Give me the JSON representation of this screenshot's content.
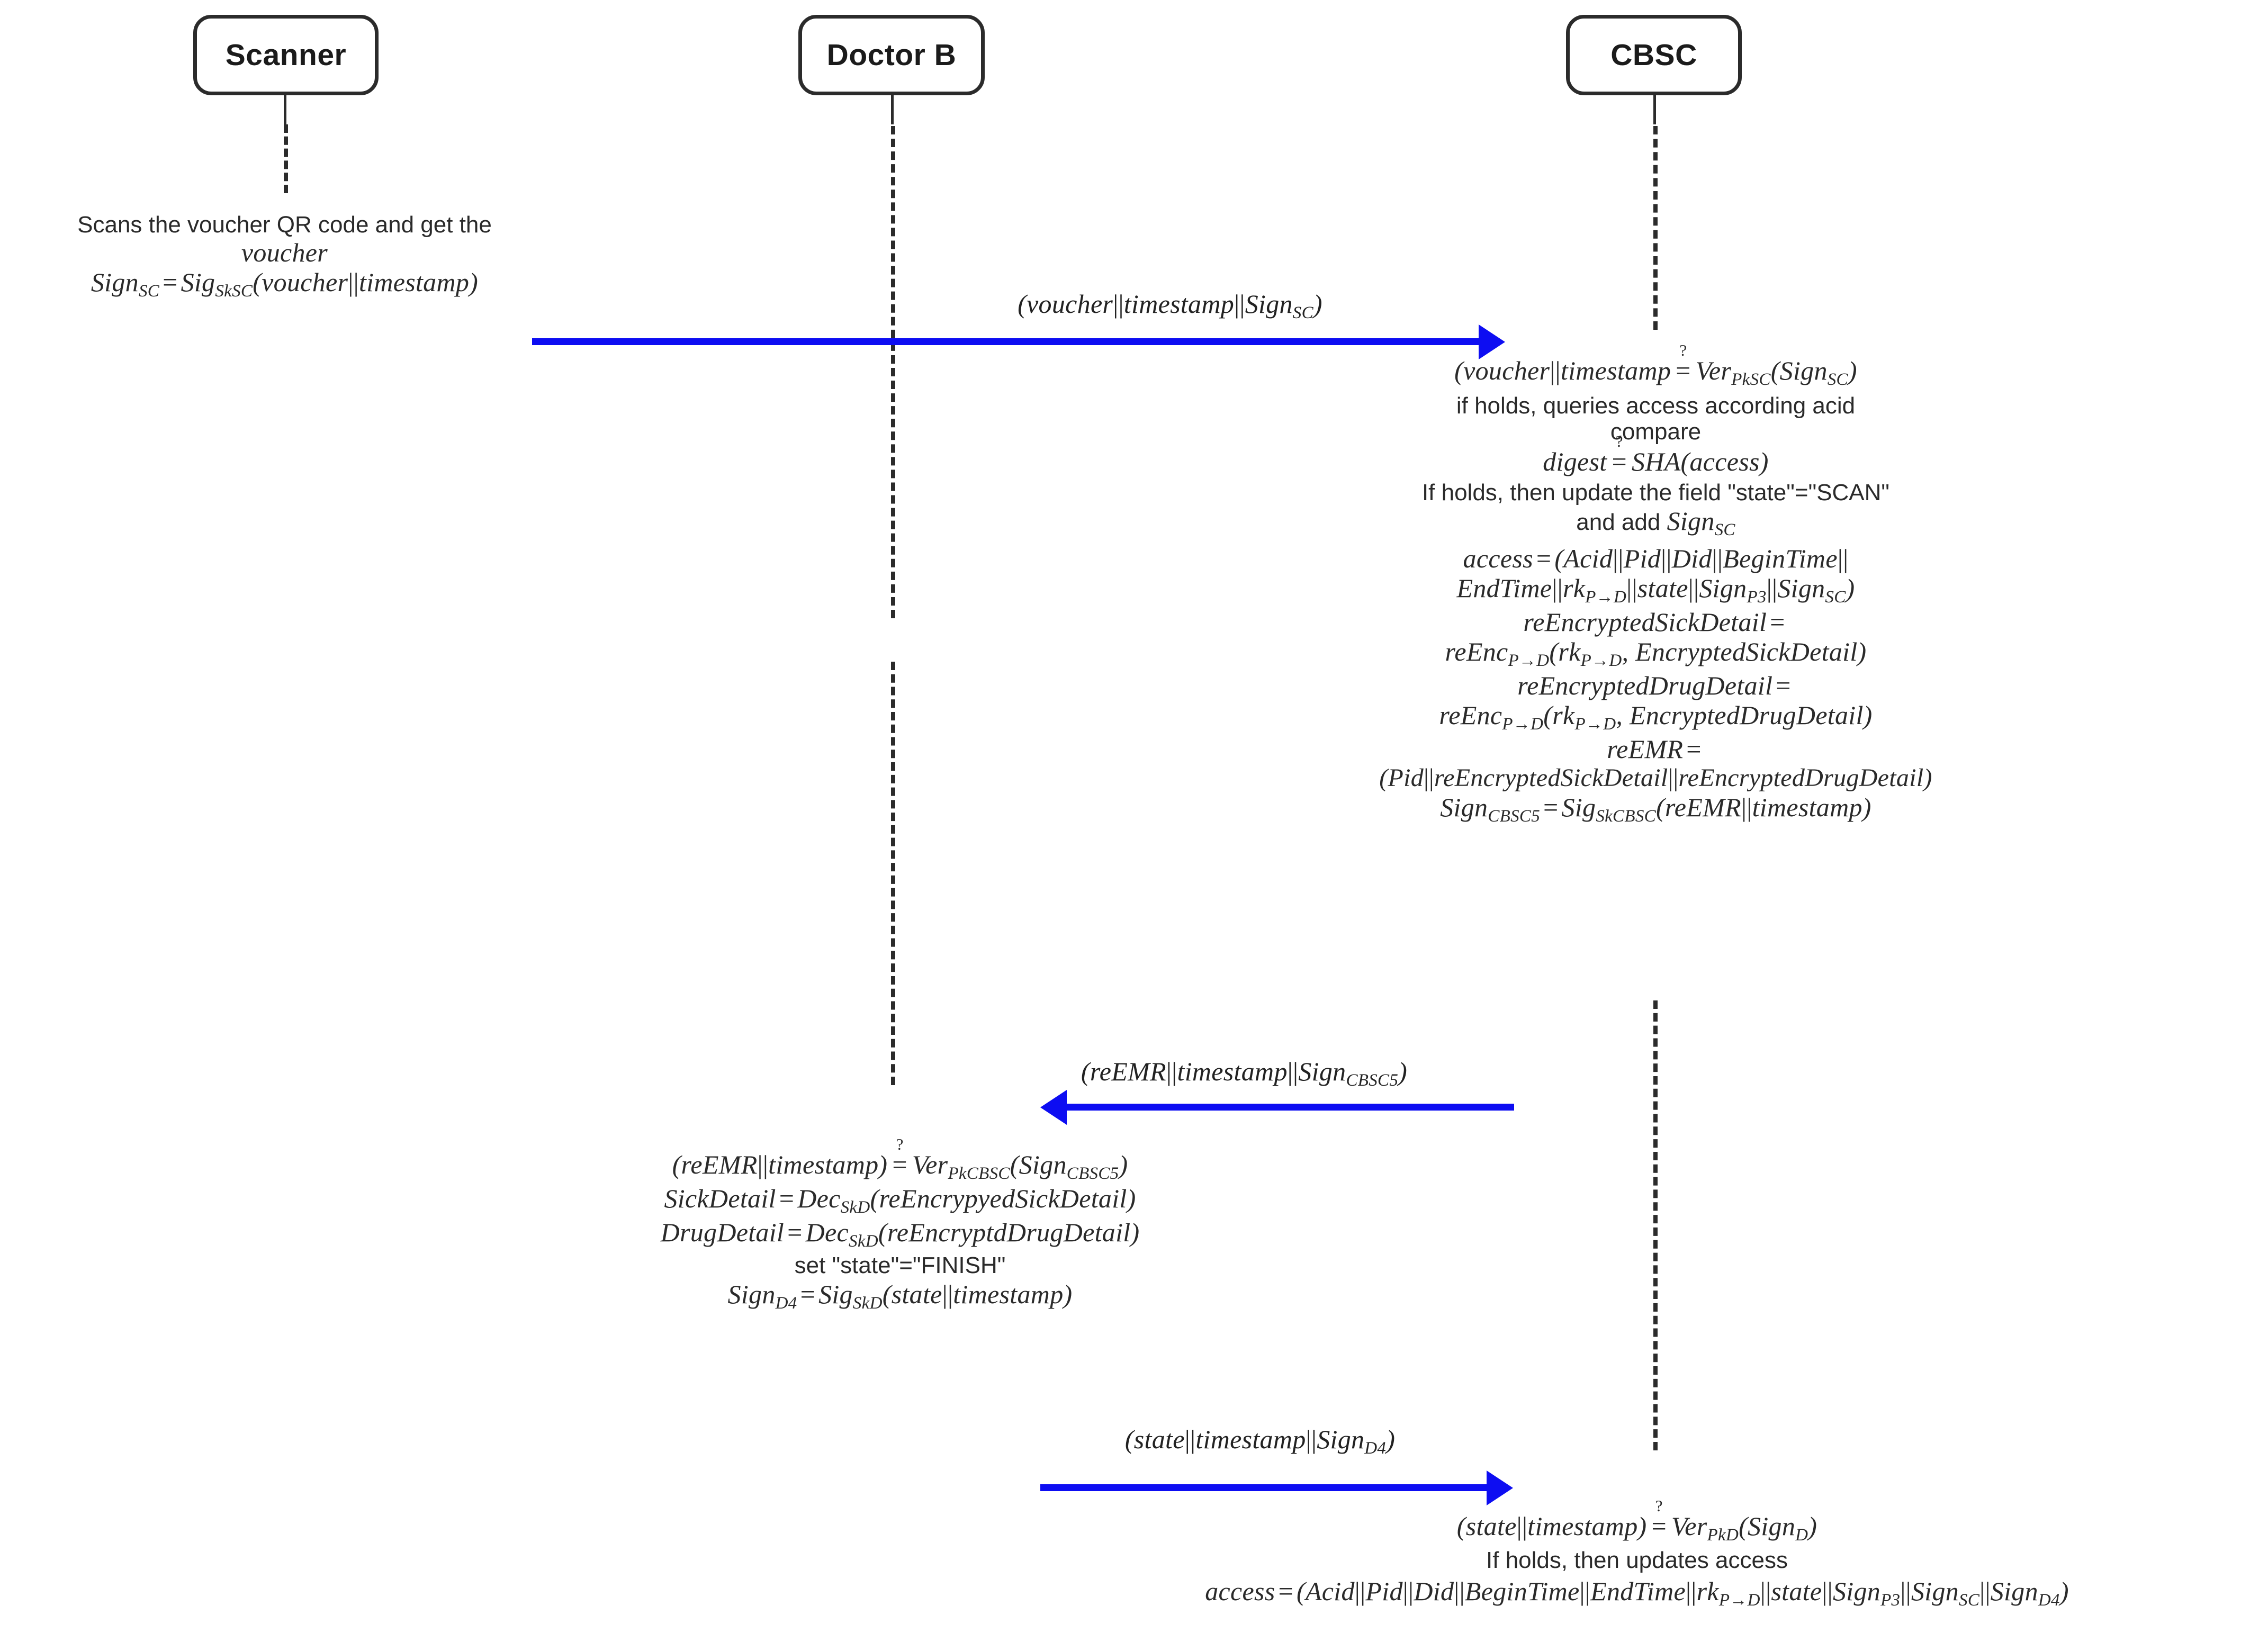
{
  "diagram": {
    "type": "sequence-diagram",
    "title": "Scanner / Doctor B / CBSC voucher scan and EMR re-encryption flow",
    "accent_color": "#0d0df2",
    "line_color": "#2b2b2b",
    "background": "#ffffff"
  },
  "actors": [
    {
      "id": "scanner",
      "label": "Scanner"
    },
    {
      "id": "doctor_b",
      "label": "Doctor B"
    },
    {
      "id": "cbsc",
      "label": "CBSC"
    }
  ],
  "notes": {
    "scanner_note": {
      "owner": "scanner",
      "lines": [
        {
          "style": "plain",
          "text": "Scans the voucher QR code and get the"
        },
        {
          "style": "math",
          "text": "voucher"
        },
        {
          "style": "math",
          "text": "Sign_SC = Sig_SkSC(voucher||timestamp)"
        }
      ]
    },
    "cbsc_note": {
      "owner": "cbsc",
      "lines": [
        {
          "style": "math",
          "text": "(voucher||timestamp ?= Ver_PkSC(Sign_SC)"
        },
        {
          "style": "plain",
          "text": "if holds, queries access according acid"
        },
        {
          "style": "plain",
          "text": "compare"
        },
        {
          "style": "math",
          "text": "digest ?= SHA(access)"
        },
        {
          "style": "plain",
          "text": "If holds, then update the field \"state\"=\"SCAN\""
        },
        {
          "style": "mixed",
          "text": "and add Sign_SC"
        },
        {
          "style": "math",
          "text": "access = (Acid||Pid||Did||BeginTime||"
        },
        {
          "style": "math",
          "text": "EndTime||rk_P→D||state||Sign_P3||Sign_SC)"
        },
        {
          "style": "math",
          "text": "reEncryptedSickDetail ="
        },
        {
          "style": "math",
          "text": "reEnc_P→D(rk_P→D, EncryptedSickDetail)"
        },
        {
          "style": "math",
          "text": "reEncryptedDrugDetail ="
        },
        {
          "style": "math",
          "text": "reEnc_P→D(rk_P→D, EncryptedDrugDetail)"
        },
        {
          "style": "math",
          "text": "reEMR ="
        },
        {
          "style": "math",
          "text": "(Pid||reEncryptedSickDetail||reEncryptedDrugDetail)"
        },
        {
          "style": "math",
          "text": "Sign_CBSC5 = Sig_SkCBSC(reEMR||timestamp)"
        }
      ]
    },
    "doctor_note": {
      "owner": "doctor_b",
      "lines": [
        {
          "style": "math",
          "text": "(reEMR||timestamp) ?= Ver_PkCBSC(Sign_CBSC5)"
        },
        {
          "style": "math",
          "text": "SickDetail = Dec_SkD(reEncrypyedSickDetail)"
        },
        {
          "style": "math",
          "text": "DrugDetail = Dec_SkD(reEncryptdDrugDetail)"
        },
        {
          "style": "plain",
          "text": "set \"state\"=\"FINISH\""
        },
        {
          "style": "math",
          "text": "Sign_D4 = Sig_SkD(state||timestamp)"
        }
      ]
    },
    "cbsc_final_note": {
      "owner": "cbsc",
      "lines": [
        {
          "style": "math",
          "text": "(state||timestamp)?= Ver_PkD(Sign_D)"
        },
        {
          "style": "plain",
          "text": "If holds, then updates access"
        },
        {
          "style": "math",
          "text": "access = (Acid||Pid||Did||BeginTime||EndTime||rk_P→D||state||Sign_P3||Sign_SC||Sign_D4)"
        }
      ]
    }
  },
  "messages": [
    {
      "id": "m1",
      "from": "scanner",
      "to": "cbsc",
      "direction": "right",
      "label": "(voucher||timestamp||Sign_SC)"
    },
    {
      "id": "m2",
      "from": "cbsc",
      "to": "doctor_b",
      "direction": "left",
      "label": "(reEMR||timestamp||Sign_CBSC5)"
    },
    {
      "id": "m3",
      "from": "doctor_b",
      "to": "cbsc",
      "direction": "right",
      "label": "(state||timestamp||Sign_D4)"
    }
  ]
}
